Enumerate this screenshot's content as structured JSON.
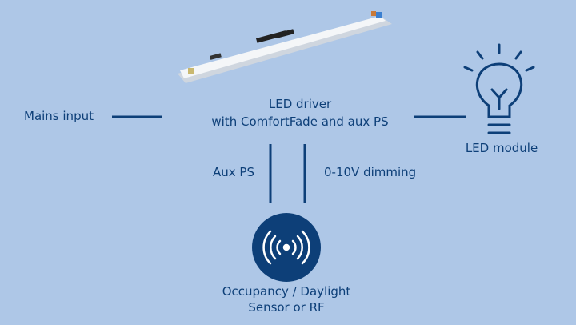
{
  "labels": {
    "mains": "Mains input",
    "driver_line1": "LED driver",
    "driver_line2": "with ComfortFade and aux PS",
    "led_module": "LED module",
    "aux_ps": "Aux PS",
    "dimming": "0-10V dimming",
    "sensor_line1": "Occupancy / Daylight",
    "sensor_line2": "Sensor or RF"
  },
  "colors": {
    "background": "#aec7e7",
    "accent": "#0d3f78"
  }
}
